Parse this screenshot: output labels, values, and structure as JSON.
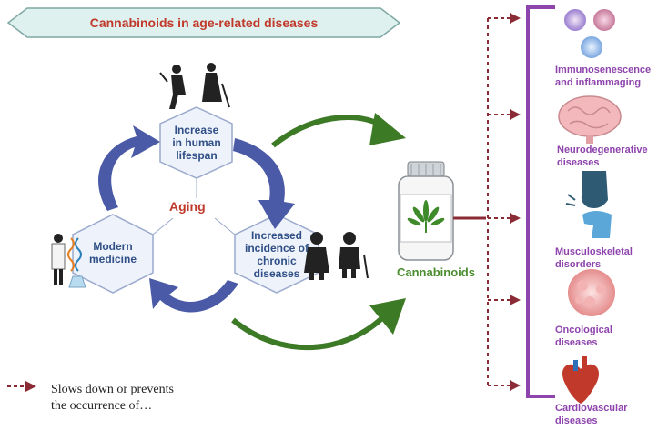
{
  "title": "Cannabinoids in age-related diseases",
  "cycle": {
    "center_label": "Aging",
    "nodes": [
      {
        "label_lines": [
          "Increase",
          "in human",
          "lifespan"
        ]
      },
      {
        "label_lines": [
          "Modern",
          "medicine"
        ]
      },
      {
        "label_lines": [
          "Increased",
          "incidence of",
          "chronic",
          "diseases"
        ]
      }
    ]
  },
  "agent_label": "Cannabinoids",
  "diseases": [
    {
      "lines": [
        "Immunosenescence",
        "and inflammaging"
      ]
    },
    {
      "lines": [
        "Neurodegenerative",
        "diseases"
      ]
    },
    {
      "lines": [
        "Musculoskeletal",
        "disorders"
      ]
    },
    {
      "lines": [
        "Oncological",
        "diseases"
      ]
    },
    {
      "lines": [
        "Cardiovascular",
        "diseases"
      ]
    }
  ],
  "legend": {
    "lines": [
      "Slows down or prevents",
      "the occurrence of…"
    ]
  },
  "colors": {
    "banner_fill": "#dff1ef",
    "banner_stroke": "#7fa8a3",
    "title_red": "#c0392b",
    "hex_fill": "#eef2fb",
    "hex_stroke": "#9aaacd",
    "cycle_arrow": "#4a5aa6",
    "green_arrow": "#3d7a26",
    "maroon": "#8b2b36",
    "purple": "#8e44ad",
    "label_blue": "#2f4f86"
  }
}
